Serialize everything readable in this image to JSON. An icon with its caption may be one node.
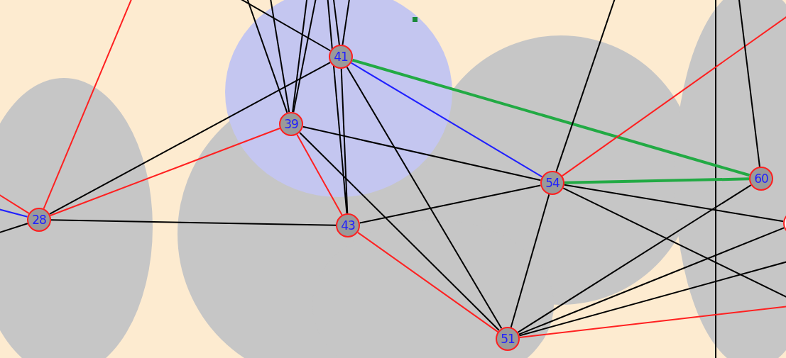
{
  "diagram": {
    "nodes": [
      {
        "text": [
          "41"
        ]
      },
      {
        "text": [
          "39"
        ]
      },
      {
        "text": [
          "54"
        ]
      },
      {
        "text": [
          "60"
        ]
      },
      {
        "text": [
          "28"
        ]
      },
      {
        "text": [
          "43"
        ]
      },
      {
        "text": [],
        "shape": "circle"
      },
      {
        "text": [
          "51"
        ]
      }
    ],
    "edges": [
      {
        "from": 4,
        "to": 1,
        "arrow": "none",
        "color": "#ff2020"
      },
      {
        "from": 4,
        "to": 0,
        "arrow": "none"
      },
      {
        "from": 4,
        "to": 5,
        "arrow": "none"
      },
      {
        "from": 1,
        "to": 5,
        "arrow": "none",
        "color": "#ff2020"
      },
      {
        "from": 1,
        "to": 2,
        "arrow": "none"
      },
      {
        "from": 0,
        "to": 2,
        "arrow": "none",
        "color": "#2020ff"
      },
      {
        "from": 0,
        "to": 3,
        "arrow": "none",
        "style": "thick",
        "color": "#22aa44"
      },
      {
        "from": 2,
        "to": 3,
        "arrow": "none",
        "style": "thick",
        "color": "#22aa44"
      },
      {
        "from": 5,
        "to": 2,
        "arrow": "none"
      },
      {
        "from": 5,
        "to": 7,
        "arrow": "none",
        "color": "#ff2020"
      },
      {
        "from": 0,
        "to": 7,
        "arrow": "none"
      },
      {
        "from": 1,
        "to": 7,
        "arrow": "none"
      },
      {
        "from": 2,
        "to": 7,
        "arrow": "none"
      },
      {
        "from": 0,
        "to": 5,
        "arrow": "none"
      },
      {
        "from": 2,
        "to": 6,
        "arrow": "none"
      },
      {
        "from": 7,
        "to": 3,
        "arrow": "none"
      },
      {
        "from": 7,
        "to": 6,
        "arrow": "none"
      },
      {
        "from": 4,
        "to": null,
        "arrow": "none",
        "color": "#ff2020"
      },
      {
        "from": 4,
        "to": null,
        "arrow": "none",
        "color": "#2020ff"
      },
      {
        "from": 4,
        "to": null,
        "arrow": "none",
        "color": "#ff2020"
      },
      {
        "from": 4,
        "to": null,
        "arrow": "none"
      },
      {
        "from": 2,
        "to": null,
        "arrow": "none",
        "color": "#ff2020"
      },
      {
        "from": 2,
        "to": null,
        "arrow": "none"
      },
      {
        "from": 2,
        "to": null,
        "arrow": "none"
      },
      {
        "from": 7,
        "to": null,
        "arrow": "none",
        "color": "#ff2020"
      },
      {
        "from": 7,
        "to": null,
        "arrow": "none"
      },
      {
        "from": 0,
        "to": null,
        "arrow": "none"
      },
      {
        "from": 0,
        "to": null,
        "arrow": "none"
      },
      {
        "from": 1,
        "to": null,
        "arrow": "none"
      },
      {
        "from": 1,
        "to": null,
        "arrow": "none"
      },
      {
        "from": 1,
        "to": null,
        "arrow": "none"
      },
      {
        "from": 5,
        "to": null,
        "arrow": "none"
      },
      {
        "from": 0,
        "to": null,
        "arrow": "none"
      },
      {
        "from": 1,
        "to": null,
        "arrow": "none"
      },
      {
        "from": 3,
        "to": null,
        "arrow": "none"
      }
    ]
  }
}
